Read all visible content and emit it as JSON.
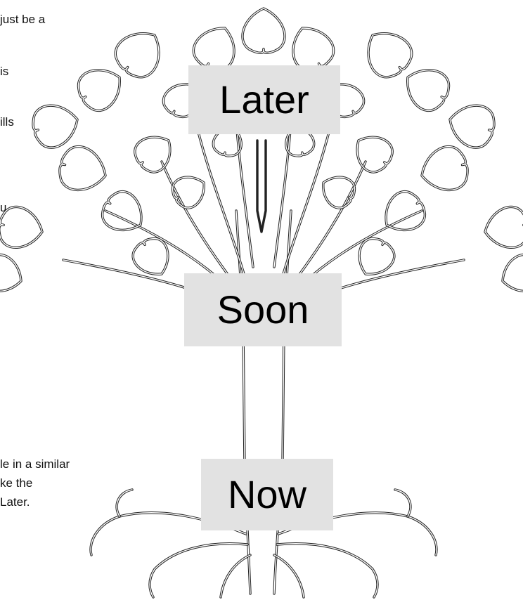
{
  "side_text": {
    "line_1": "just be a",
    "line_2": "is",
    "line_3": "ills",
    "line_4": "u",
    "line_5": "le in a similar",
    "line_6": "ke the",
    "line_7": "Later."
  },
  "tree": {
    "labels": {
      "later": "Later",
      "soon": "Soon",
      "now": "Now"
    }
  },
  "colors": {
    "label_background": "#e2e2e2",
    "outline": "#222222",
    "text": "#000000"
  }
}
